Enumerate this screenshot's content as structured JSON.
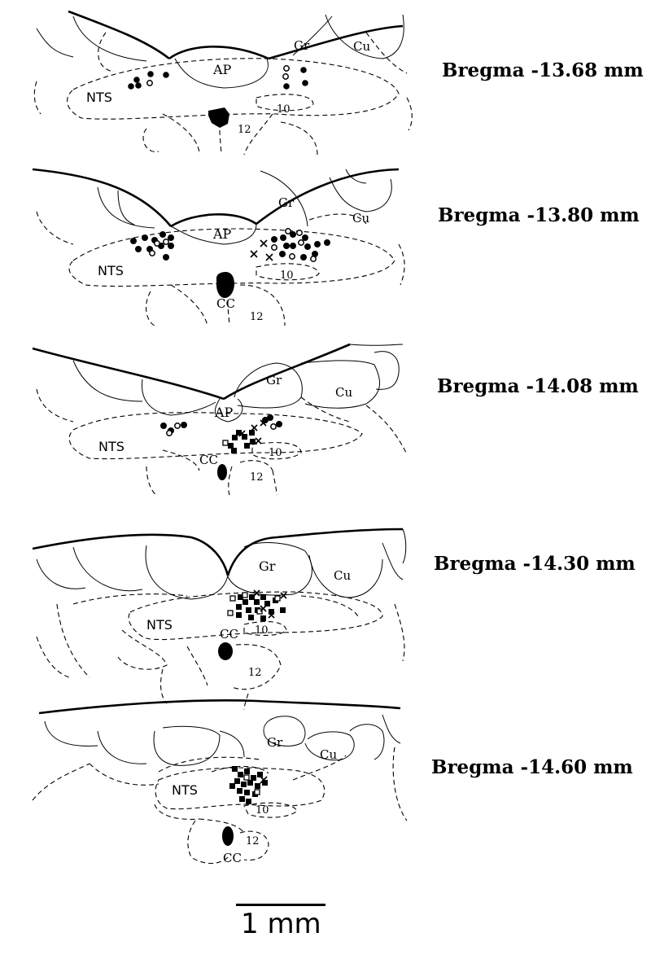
{
  "sections": [
    {
      "bregma": "Bregma -13.68 mm",
      "labels": {
        "ap": "AP",
        "gr": "Gr",
        "cu": "Cu",
        "nts": "NTS",
        "n10": "10",
        "n12": "12"
      }
    },
    {
      "bregma": "Bregma -13.80 mm",
      "labels": {
        "ap": "AP",
        "gr": "Gr",
        "cu": "Cu",
        "nts": "NTS",
        "n10": "10",
        "n12": "12",
        "cc": "CC"
      }
    },
    {
      "bregma": "Bregma -14.08 mm",
      "labels": {
        "ap": "AP",
        "gr": "Gr",
        "cu": "Cu",
        "nts": "NTS",
        "n10": "10",
        "n12": "12",
        "cc": "CC"
      }
    },
    {
      "bregma": "Bregma -14.30 mm",
      "labels": {
        "gr": "Gr",
        "cu": "Cu",
        "nts": "NTS",
        "n10": "10",
        "n12": "12",
        "cc": "CC"
      }
    },
    {
      "bregma": "Bregma -14.60 mm",
      "labels": {
        "gr": "Gr",
        "cu": "Cu",
        "nts": "NTS",
        "n10": "10",
        "n12": "12",
        "cc": "CC"
      }
    }
  ],
  "scale_bar": {
    "label": "1 mm"
  }
}
